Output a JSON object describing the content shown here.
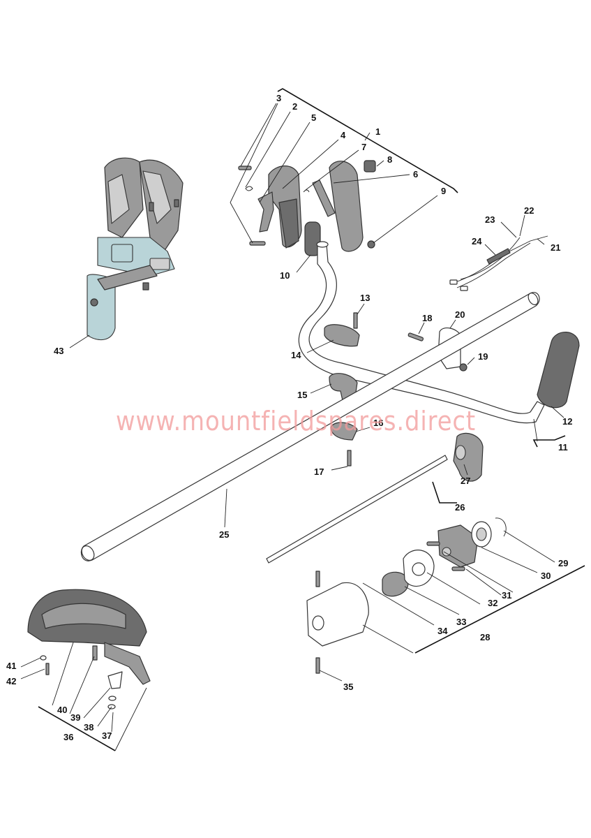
{
  "watermark": "www.mountfieldspares.direct",
  "labels": {
    "p1": "1",
    "p2": "2",
    "p3": "3",
    "p4": "4",
    "p5": "5",
    "p6": "6",
    "p7": "7",
    "p8": "8",
    "p9": "9",
    "p10": "10",
    "p11": "11",
    "p12": "12",
    "p13": "13",
    "p14": "14",
    "p15": "15",
    "p16": "16",
    "p17": "17",
    "p18": "18",
    "p19": "19",
    "p20": "20",
    "p21": "21",
    "p22": "22",
    "p23": "23",
    "p24": "24",
    "p25": "25",
    "p26": "26",
    "p27": "27",
    "p28": "28",
    "p29": "29",
    "p30": "30",
    "p31": "31",
    "p32": "32",
    "p33": "33",
    "p34": "34",
    "p35": "35",
    "p36": "36",
    "p37": "37",
    "p38": "38",
    "p39": "39",
    "p40": "40",
    "p41": "41",
    "p42": "42",
    "p43": "43"
  },
  "colors": {
    "label": "#111111",
    "watermark": "#f19a9a",
    "part_fill_grey": "#9a9a9a",
    "harness_accent": "#b9d4d8"
  }
}
